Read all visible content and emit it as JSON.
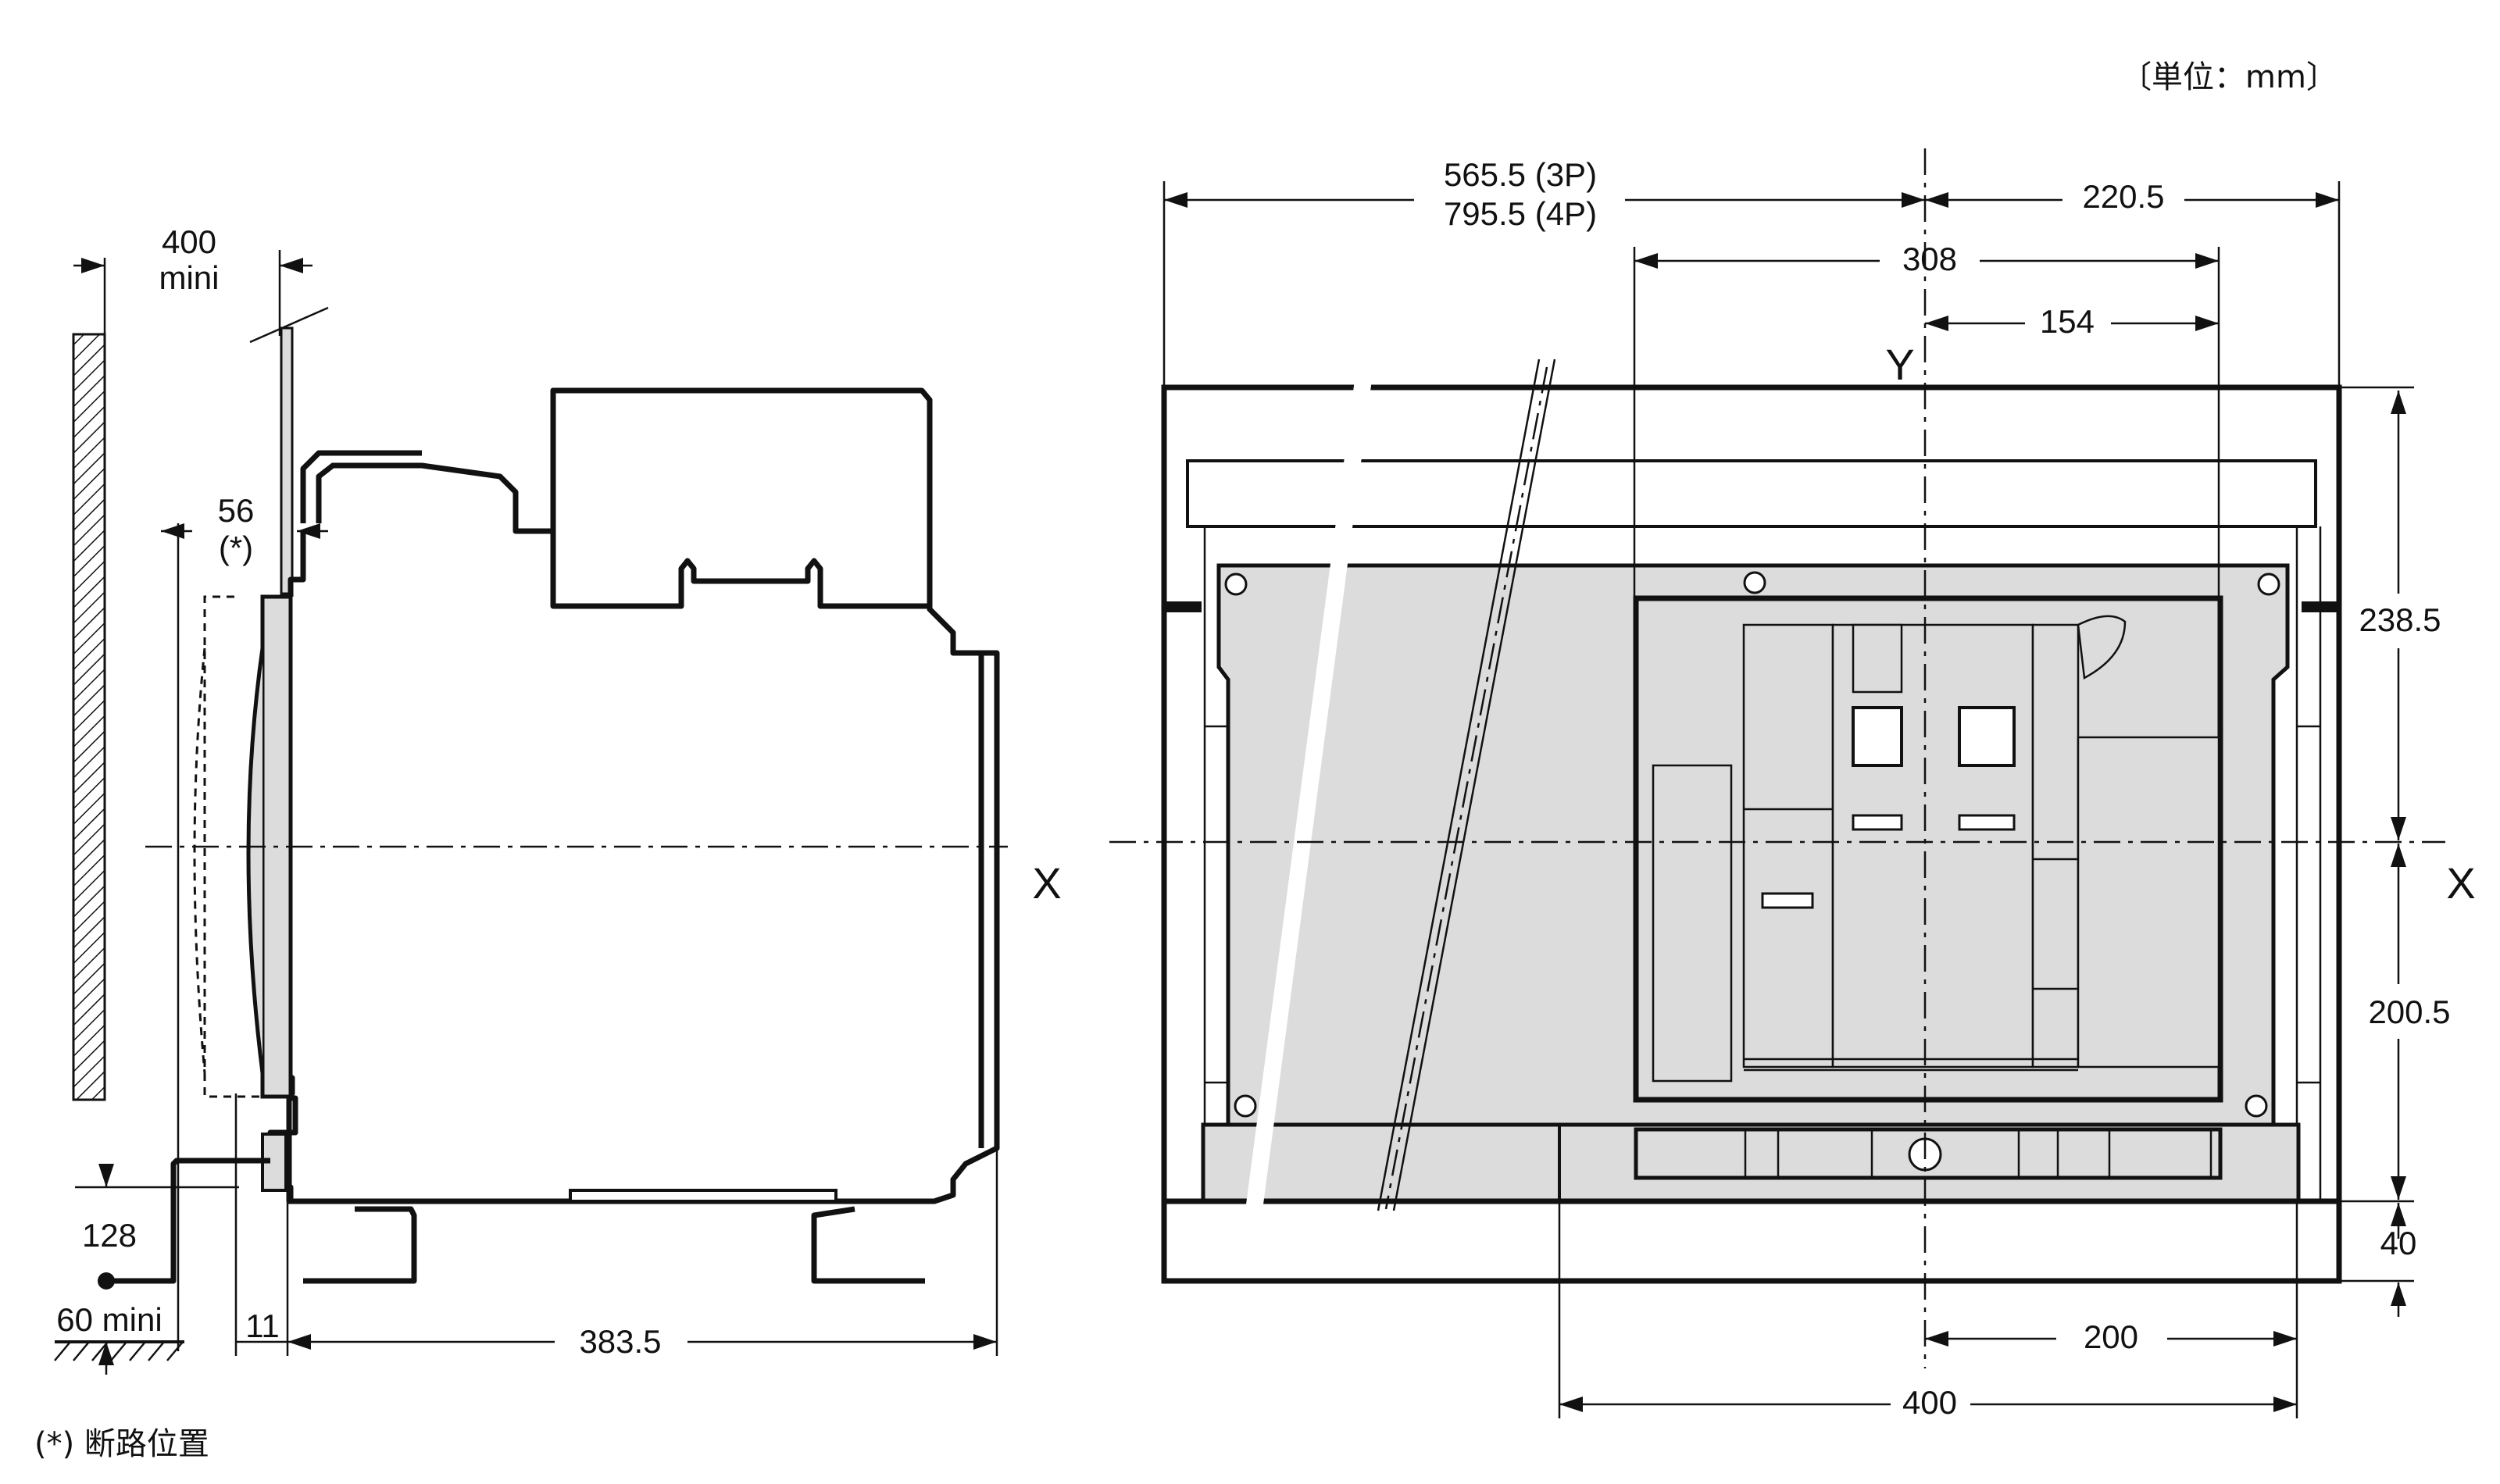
{
  "unit_note": "〔単位：mm〕",
  "footnote": "(*) 断路位置",
  "side_view": {
    "clearance_top": "400",
    "clearance_top_sub": "mini",
    "disconnected_offset": "56",
    "disconnected_offset_sub": "(*)",
    "bottom_clearance": "128",
    "floor_label": "60 mini",
    "front_offset": "11",
    "depth": "383.5",
    "axis_x_label": "X"
  },
  "front_view": {
    "width_3p": "565.5 (3P)",
    "width_4p": "795.5 (4P)",
    "right_half_width": "220.5",
    "width_308": "308",
    "width_154": "154",
    "axis_y_label": "Y",
    "axis_x_label": "X",
    "height_upper": "238.5",
    "height_lower": "200.5",
    "height_base": "40",
    "base_half": "200",
    "base_width": "400"
  },
  "colors": {
    "body_fill": "#dcdcdc",
    "line": "#111111",
    "background": "#ffffff"
  }
}
